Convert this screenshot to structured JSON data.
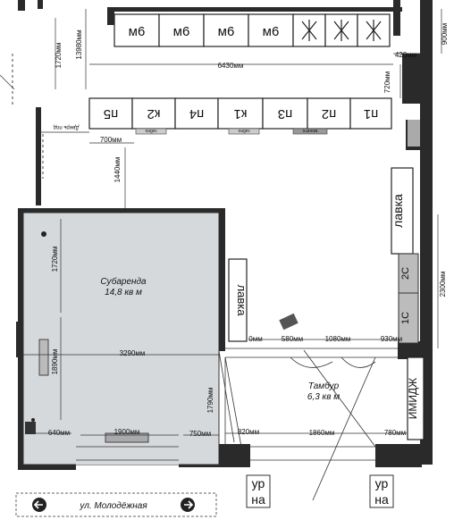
{
  "top_cabinets": [
    "м6",
    "м6",
    "м6",
    "м6"
  ],
  "lower_cabinets": [
    "п5",
    "к2",
    "п4",
    "к1",
    "п3",
    "п2",
    "п1"
  ],
  "small_tags": [
    "габло",
    "габло",
    "монито"
  ],
  "door_label": "Дверь под",
  "rooms": {
    "subarenda_name": "Субаренда",
    "subarenda_area": "14,8 кв м",
    "tambur_name": "Тамбур",
    "tambur_area": "6,3 кв м"
  },
  "benches": {
    "right": "лавка",
    "center": "лавка",
    "image": "ИМИДЖ",
    "cell_2c": "2С",
    "cell_1c": "1С"
  },
  "dimensions": {
    "d1720_top": "1720мм",
    "d13980": "13980мм",
    "d6430": "6430мм",
    "d420": "420мм",
    "d720": "720мм",
    "d900": "900мм",
    "d700": "700мм",
    "d1440": "1440мм",
    "d1720_left": "1720мм",
    "d1890": "1890мм",
    "d3290": "3290мм",
    "d2300": "2300мм",
    "d580": "580мм",
    "d1080": "1080мм",
    "d930": "930мм",
    "d0": "0мм",
    "d1790": "1790мм",
    "d640": "640мм",
    "d1900": "1900мм",
    "d750": "750мм",
    "d820": "820мм",
    "d1860": "1860мм",
    "d780": "780мм"
  },
  "urns": {
    "left_line1": "ур",
    "left_line2": "на",
    "right_line1": "ур",
    "right_line2": "на"
  },
  "street": {
    "name": "ул. Молодёжная",
    "left_icon": "arrow-left-icon",
    "right_icon": "arrow-right-icon"
  }
}
